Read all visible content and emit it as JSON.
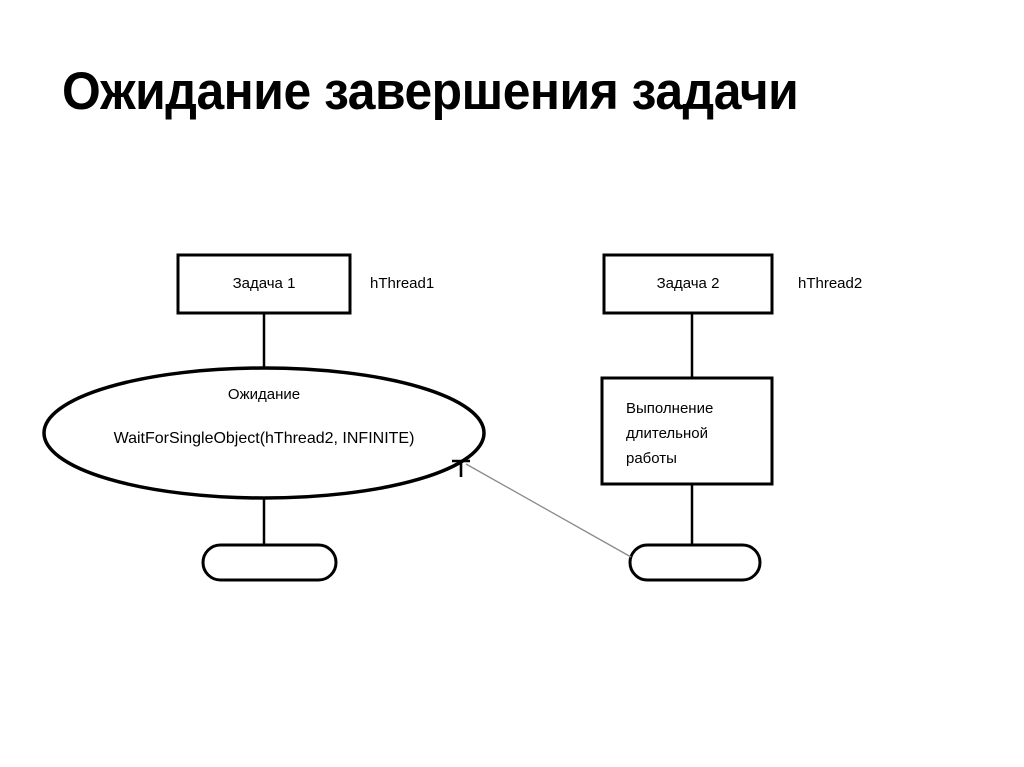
{
  "slide": {
    "title": "Ожидание завершения задачи",
    "background_color": "#ffffff",
    "stroke_color": "#000000",
    "thin_arrow_color": "#7f7f7f"
  },
  "diagram": {
    "type": "flow-diagram",
    "threads": [
      {
        "id": "thread-1",
        "task_box_label": "Задача 1",
        "handle_label": "hThread1",
        "state_shape": "ellipse",
        "state_title": "Ожидание",
        "state_call": "WaitForSingleObject(hThread2, INFINITE)",
        "terminator_label": ""
      },
      {
        "id": "thread-2",
        "task_box_label": "Задача 2",
        "handle_label": "hThread2",
        "state_shape": "rectangle",
        "state_lines": [
          "Выполнение",
          "длительной",
          "работы"
        ],
        "terminator_label": ""
      }
    ],
    "signal_arrow": {
      "from": "thread-2-terminator",
      "to": "thread-1-wait-ellipse",
      "style": "thin-diagonal-arrow"
    }
  }
}
